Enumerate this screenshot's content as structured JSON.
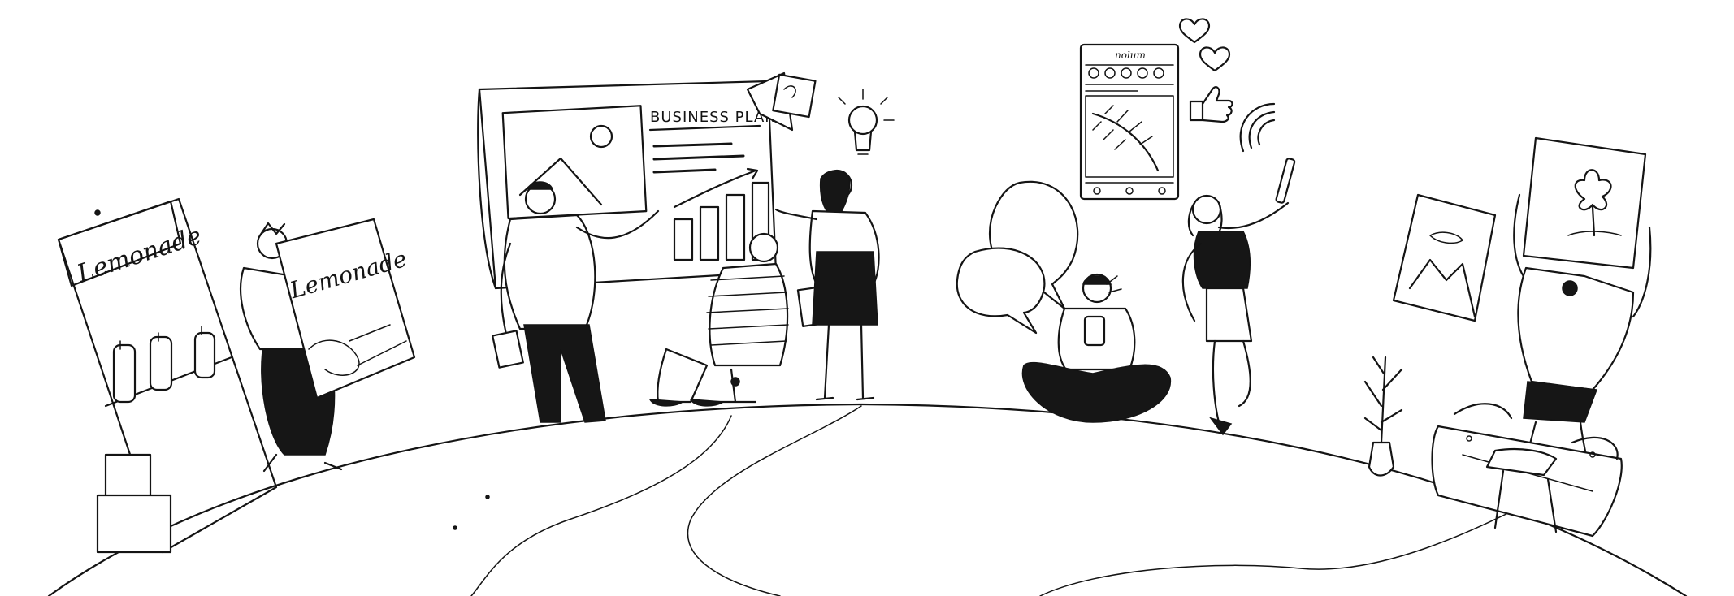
{
  "scene": {
    "style": "hand-drawn black ink line illustration on white",
    "background_color": "#ffffff",
    "ink_color": "#141414"
  },
  "signs": {
    "stand_sign_text": "Lemonade",
    "held_sign_text": "Lemonade",
    "board_title": "BUSINESS PLAN",
    "phone_header_text": "nolum"
  }
}
